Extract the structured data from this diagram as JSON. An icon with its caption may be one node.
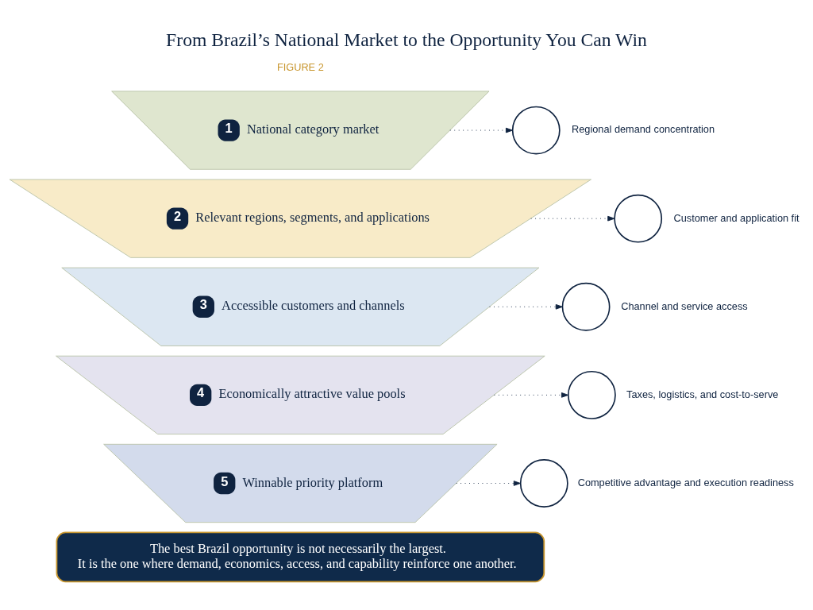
{
  "diagram": {
    "title": "From Brazil’s National Market to the Opportunity You Can Win",
    "nodes": [
      {
        "text": [
          "1",
          "National category market"
        ]
      },
      {
        "text": [
          "2",
          "Relevant regions, segments, and applications"
        ]
      },
      {
        "text": [
          "3",
          "Accessible customers and channels"
        ]
      },
      {
        "text": [
          "4",
          "Economically attractive value pools"
        ]
      },
      {
        "text": [
          "5",
          "Winnable priority platform"
        ]
      },
      {
        "text": [],
        "shape": "circle",
        "beside": [
          "Regional demand concentration"
        ]
      },
      {
        "text": [],
        "shape": "circle",
        "beside": [
          "Customer and application fit"
        ]
      },
      {
        "text": [],
        "shape": "circle",
        "beside": [
          "Channel and service access"
        ]
      },
      {
        "text": [],
        "shape": "circle",
        "beside": [
          "Taxes, logistics, and cost-to-serve"
        ]
      },
      {
        "text": [],
        "shape": "circle",
        "beside": [
          "Competitive advantage and execution readiness"
        ]
      },
      {
        "text": [
          "The best Brazil opportunity is not necessarily the largest.",
          "It is the one where demand, economics, access, and capability reinforce one another."
        ]
      }
    ],
    "edges": [
      {
        "from": 0,
        "to": 5,
        "arrow": "to"
      },
      {
        "from": 1,
        "to": 6,
        "arrow": "to"
      },
      {
        "from": 2,
        "to": 7,
        "arrow": "to"
      },
      {
        "from": 3,
        "to": 8,
        "arrow": "to"
      },
      {
        "from": 4,
        "to": 9,
        "arrow": "to"
      }
    ],
    "labels": [
      "FIGURE 2"
    ]
  }
}
